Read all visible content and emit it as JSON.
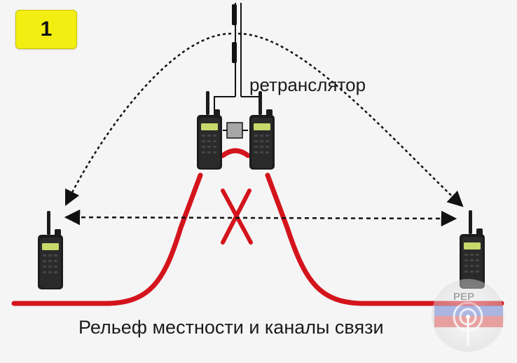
{
  "badge": {
    "number": "1",
    "color": "#f2ee12"
  },
  "labels": {
    "repeater": "ретранслятор",
    "caption": "Рельеф местности и каналы связи"
  },
  "watermark": {
    "text": "РЕР"
  },
  "colors": {
    "terrain": "#d4141c",
    "blocked_mark": "#d4141c",
    "signal_lines": "#111111",
    "radio_body": "#1c1c1c",
    "radio_screen": "#c9d86a",
    "duplexer": "#a7a7a7"
  },
  "icons": {
    "left_radio": "walkie-talkie-icon",
    "right_radio": "walkie-talkie-icon",
    "repeater_radio_a": "walkie-talkie-icon",
    "repeater_radio_b": "walkie-talkie-icon",
    "antenna": "antenna-icon",
    "blocked": "cross-icon",
    "watermark": "flag-badge-icon"
  }
}
